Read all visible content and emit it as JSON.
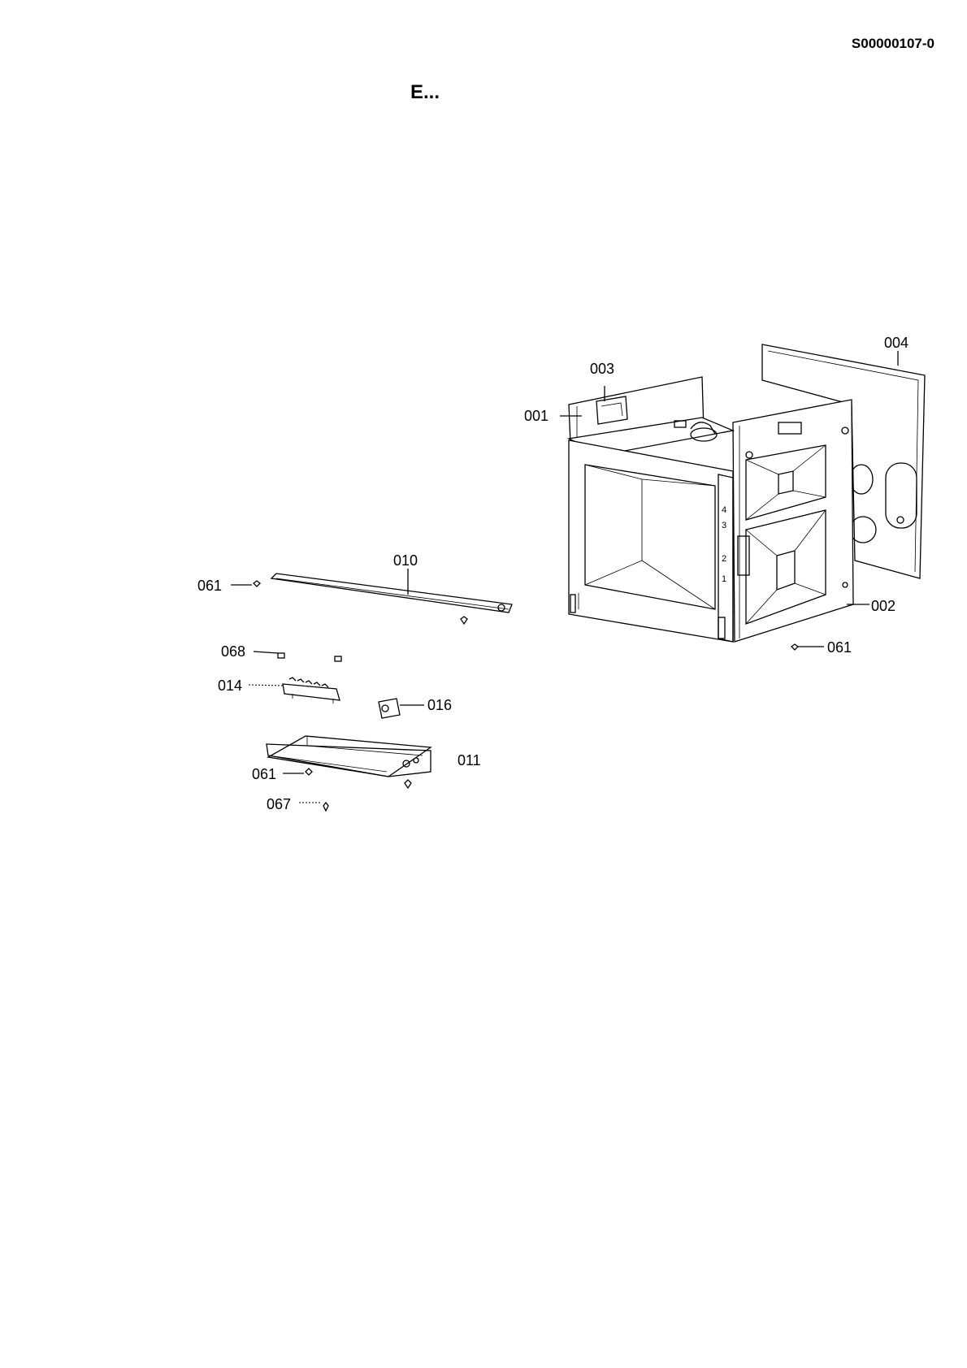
{
  "document": {
    "id": "S00000107-0",
    "title": "E..."
  },
  "callouts": {
    "c001": "001",
    "c002": "002",
    "c003": "003",
    "c004": "004",
    "c010": "010",
    "c011": "011",
    "c014": "014",
    "c016": "016",
    "c061a": "061",
    "c061b": "061",
    "c061c": "061",
    "c067": "067",
    "c068": "068"
  },
  "rack_numbers": {
    "r4": "4",
    "r3": "3",
    "r2": "2",
    "r1": "1"
  }
}
